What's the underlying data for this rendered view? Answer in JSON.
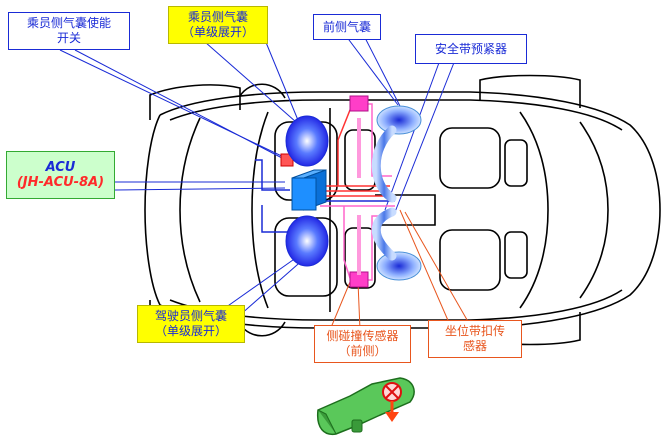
{
  "labels": {
    "passenger_switch": [
      "乘员侧气囊使能",
      "开关"
    ],
    "passenger_airbag": [
      "乘员侧气囊",
      "（单级展开）"
    ],
    "front_side_airbag": "前侧气囊",
    "pretensioner": "安全带预紧器",
    "acu_title": "ACU",
    "acu_model": "(JH-ACU-8A)",
    "driver_airbag": [
      "驾驶员侧气囊",
      "（单级展开）"
    ],
    "side_sensor": [
      "侧碰撞传感器",
      "（前侧）"
    ],
    "buckle_sensor": [
      "坐位带扣传",
      "感器"
    ]
  },
  "colors": {
    "callout_text": "#1a2bd6",
    "highlight": "#ffff00",
    "acu_box": "#ccffcc",
    "acu_model": "#ff2a2a",
    "sensor_text": "#e8561e",
    "wire_red": "#ff3333",
    "wire_pink": "#ff66cc",
    "component_blue": "#1e8fff"
  }
}
